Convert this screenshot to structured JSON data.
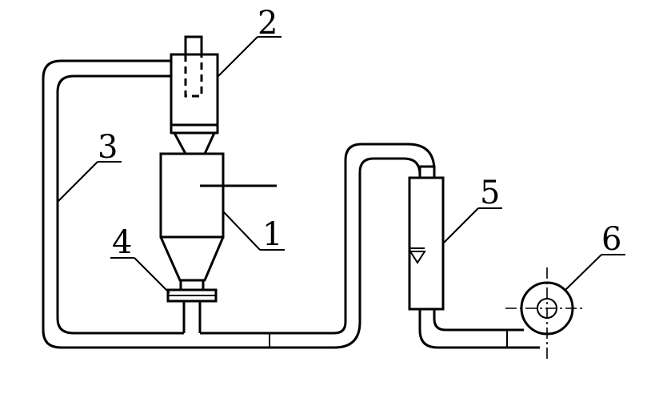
{
  "labels": {
    "dryer": "1",
    "cyclone": "2",
    "return_pipe": "3",
    "feeder": "4",
    "flowmeter": "5",
    "blower": "6"
  },
  "colors": {
    "line": "#000000",
    "background": "#ffffff"
  }
}
